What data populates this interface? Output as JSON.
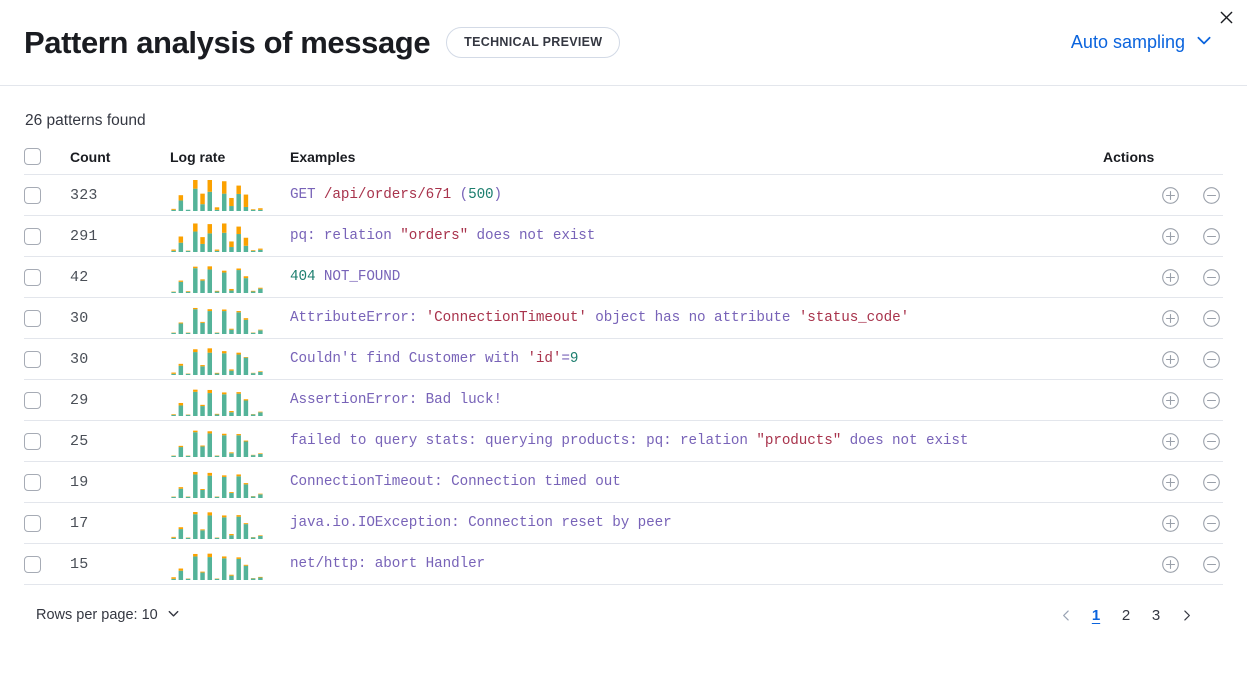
{
  "header": {
    "title": "Pattern analysis of message",
    "badge": "TECHNICAL PREVIEW",
    "sampling_label": "Auto sampling",
    "chevron_icon": "chevron-down-icon",
    "close_icon": "close-icon"
  },
  "summary": {
    "patterns_found": "26 patterns found"
  },
  "table": {
    "columns": {
      "select_all": "",
      "count": "Count",
      "log_rate": "Log rate",
      "examples": "Examples",
      "actions": "Actions"
    },
    "rows": [
      {
        "count": "323",
        "example_plain": "GET /api/orders/671 (500)",
        "tokens": [
          {
            "t": "GET ",
            "c": "p"
          },
          {
            "t": "/api/orders/671",
            "c": "s"
          },
          {
            "t": " (",
            "c": "p"
          },
          {
            "t": "500",
            "c": "n"
          },
          {
            "t": ")",
            "c": "p"
          }
        ],
        "sparkline": {
          "green": [
            0.0,
            0.34,
            0.04,
            0.72,
            0.22,
            0.62,
            0.02,
            0.56,
            0.16,
            0.55,
            0.13,
            0.03,
            0.02
          ],
          "orange": [
            0.03,
            0.17,
            0.0,
            0.28,
            0.34,
            0.38,
            0.08,
            0.4,
            0.26,
            0.27,
            0.4,
            0.02,
            0.05
          ]
        }
      },
      {
        "count": "291",
        "example_plain": "pq: relation \"orders\" does not exist",
        "tokens": [
          {
            "t": "pq: relation ",
            "c": "p"
          },
          {
            "t": "\"orders\"",
            "c": "s"
          },
          {
            "t": " does not exist",
            "c": "p"
          }
        ],
        "sparkline": {
          "green": [
            0.0,
            0.3,
            0.03,
            0.66,
            0.26,
            0.6,
            0.03,
            0.62,
            0.16,
            0.58,
            0.2,
            0.04,
            0.07
          ],
          "orange": [
            0.04,
            0.2,
            0.01,
            0.26,
            0.22,
            0.3,
            0.04,
            0.3,
            0.18,
            0.24,
            0.26,
            0.02,
            0.04
          ]
        }
      },
      {
        "count": "42",
        "example_plain": "404 NOT_FOUND",
        "tokens": [
          {
            "t": "404",
            "c": "n"
          },
          {
            "t": " NOT_FOUND",
            "c": "p"
          }
        ],
        "sparkline": {
          "green": [
            0.02,
            0.36,
            0.04,
            0.8,
            0.4,
            0.76,
            0.05,
            0.66,
            0.08,
            0.74,
            0.48,
            0.05,
            0.14
          ],
          "orange": [
            0.01,
            0.04,
            0.02,
            0.05,
            0.04,
            0.1,
            0.02,
            0.06,
            0.05,
            0.05,
            0.06,
            0.02,
            0.03
          ]
        }
      },
      {
        "count": "30",
        "example_plain": "AttributeError: 'ConnectionTimeout' object has no attribute 'status_code'",
        "tokens": [
          {
            "t": "AttributeError: ",
            "c": "p"
          },
          {
            "t": "'ConnectionTimeout'",
            "c": "s"
          },
          {
            "t": " object has no attribute ",
            "c": "p"
          },
          {
            "t": "'status_code'",
            "c": "s"
          }
        ],
        "sparkline": {
          "green": [
            0.01,
            0.34,
            0.03,
            0.8,
            0.36,
            0.74,
            0.04,
            0.74,
            0.14,
            0.7,
            0.46,
            0.04,
            0.12
          ],
          "orange": [
            0.01,
            0.03,
            0.01,
            0.04,
            0.03,
            0.06,
            0.01,
            0.05,
            0.03,
            0.04,
            0.05,
            0.01,
            0.02
          ]
        }
      },
      {
        "count": "30",
        "example_plain": "Couldn't find Customer with 'id'=9",
        "tokens": [
          {
            "t": "Couldn't find Customer with ",
            "c": "p"
          },
          {
            "t": "'id'",
            "c": "s"
          },
          {
            "t": "=",
            "c": "p"
          },
          {
            "t": "9",
            "c": "n"
          }
        ],
        "sparkline": {
          "green": [
            0.02,
            0.3,
            0.04,
            0.74,
            0.28,
            0.72,
            0.05,
            0.7,
            0.14,
            0.66,
            0.56,
            0.06,
            0.1
          ],
          "orange": [
            0.04,
            0.06,
            0.01,
            0.09,
            0.04,
            0.14,
            0.02,
            0.07,
            0.04,
            0.06,
            0.02,
            0.01,
            0.02
          ]
        }
      },
      {
        "count": "29",
        "example_plain": "AssertionError: Bad luck!",
        "tokens": [
          {
            "t": "AssertionError: Bad luck!",
            "c": "p"
          }
        ],
        "sparkline": {
          "green": [
            0.02,
            0.34,
            0.04,
            0.78,
            0.32,
            0.74,
            0.05,
            0.7,
            0.12,
            0.72,
            0.5,
            0.05,
            0.12
          ],
          "orange": [
            0.02,
            0.08,
            0.01,
            0.07,
            0.04,
            0.1,
            0.02,
            0.06,
            0.04,
            0.05,
            0.04,
            0.01,
            0.02
          ]
        }
      },
      {
        "count": "25",
        "example_plain": "failed to query stats: querying products: pq: relation \"products\" does not exist",
        "tokens": [
          {
            "t": "failed to query stats: querying products: pq: relation ",
            "c": "p"
          },
          {
            "t": "\"products\"",
            "c": "s"
          },
          {
            "t": " does not exist",
            "c": "p"
          }
        ],
        "sparkline": {
          "green": [
            0.01,
            0.32,
            0.03,
            0.8,
            0.34,
            0.76,
            0.04,
            0.7,
            0.12,
            0.7,
            0.5,
            0.06,
            0.1
          ],
          "orange": [
            0.01,
            0.04,
            0.01,
            0.05,
            0.03,
            0.07,
            0.01,
            0.05,
            0.03,
            0.04,
            0.03,
            0.01,
            0.02
          ]
        }
      },
      {
        "count": "19",
        "example_plain": "ConnectionTimeout: Connection timed out",
        "tokens": [
          {
            "t": "ConnectionTimeout: Connection timed out",
            "c": "p"
          }
        ],
        "sparkline": {
          "green": [
            0.02,
            0.3,
            0.04,
            0.76,
            0.26,
            0.72,
            0.04,
            0.68,
            0.16,
            0.7,
            0.44,
            0.05,
            0.12
          ],
          "orange": [
            0.01,
            0.05,
            0.01,
            0.08,
            0.03,
            0.09,
            0.01,
            0.05,
            0.03,
            0.06,
            0.04,
            0.01,
            0.02
          ]
        }
      },
      {
        "count": "17",
        "example_plain": "java.io.IOException: Connection reset by peer",
        "tokens": [
          {
            "t": "java.io.IOException: Connection reset by peer",
            "c": "p"
          }
        ],
        "sparkline": {
          "green": [
            0.02,
            0.32,
            0.04,
            0.8,
            0.28,
            0.76,
            0.04,
            0.7,
            0.12,
            0.72,
            0.48,
            0.05,
            0.1
          ],
          "orange": [
            0.03,
            0.06,
            0.01,
            0.07,
            0.03,
            0.1,
            0.01,
            0.06,
            0.04,
            0.05,
            0.03,
            0.01,
            0.02
          ]
        }
      },
      {
        "count": "15",
        "example_plain": "net/http: abort Handler",
        "tokens": [
          {
            "t": "net/http: abort Handler",
            "c": "p"
          }
        ],
        "sparkline": {
          "green": [
            0.02,
            0.3,
            0.04,
            0.76,
            0.24,
            0.74,
            0.04,
            0.7,
            0.14,
            0.68,
            0.46,
            0.05,
            0.08
          ],
          "orange": [
            0.05,
            0.07,
            0.01,
            0.08,
            0.03,
            0.11,
            0.01,
            0.06,
            0.03,
            0.05,
            0.03,
            0.01,
            0.02
          ]
        }
      }
    ],
    "row_actions": {
      "add_icon": "circle-plus-icon",
      "remove_icon": "circle-minus-icon"
    }
  },
  "footer": {
    "rows_per_page_label": "Rows per page: 10",
    "rows_per_page_chevron": "chevron-down-icon",
    "prev_icon": "chevron-left-icon",
    "next_icon": "chevron-right-icon",
    "pages": [
      "1",
      "2",
      "3"
    ],
    "active_page": "1"
  },
  "colors": {
    "bar_green": "#54b399",
    "bar_orange": "#fba100",
    "link_blue": "#0b64dd",
    "border": "#e3e6ec",
    "token_plain": "#7863b8",
    "token_string": "#a8334c",
    "token_number": "#1c7e6e"
  }
}
